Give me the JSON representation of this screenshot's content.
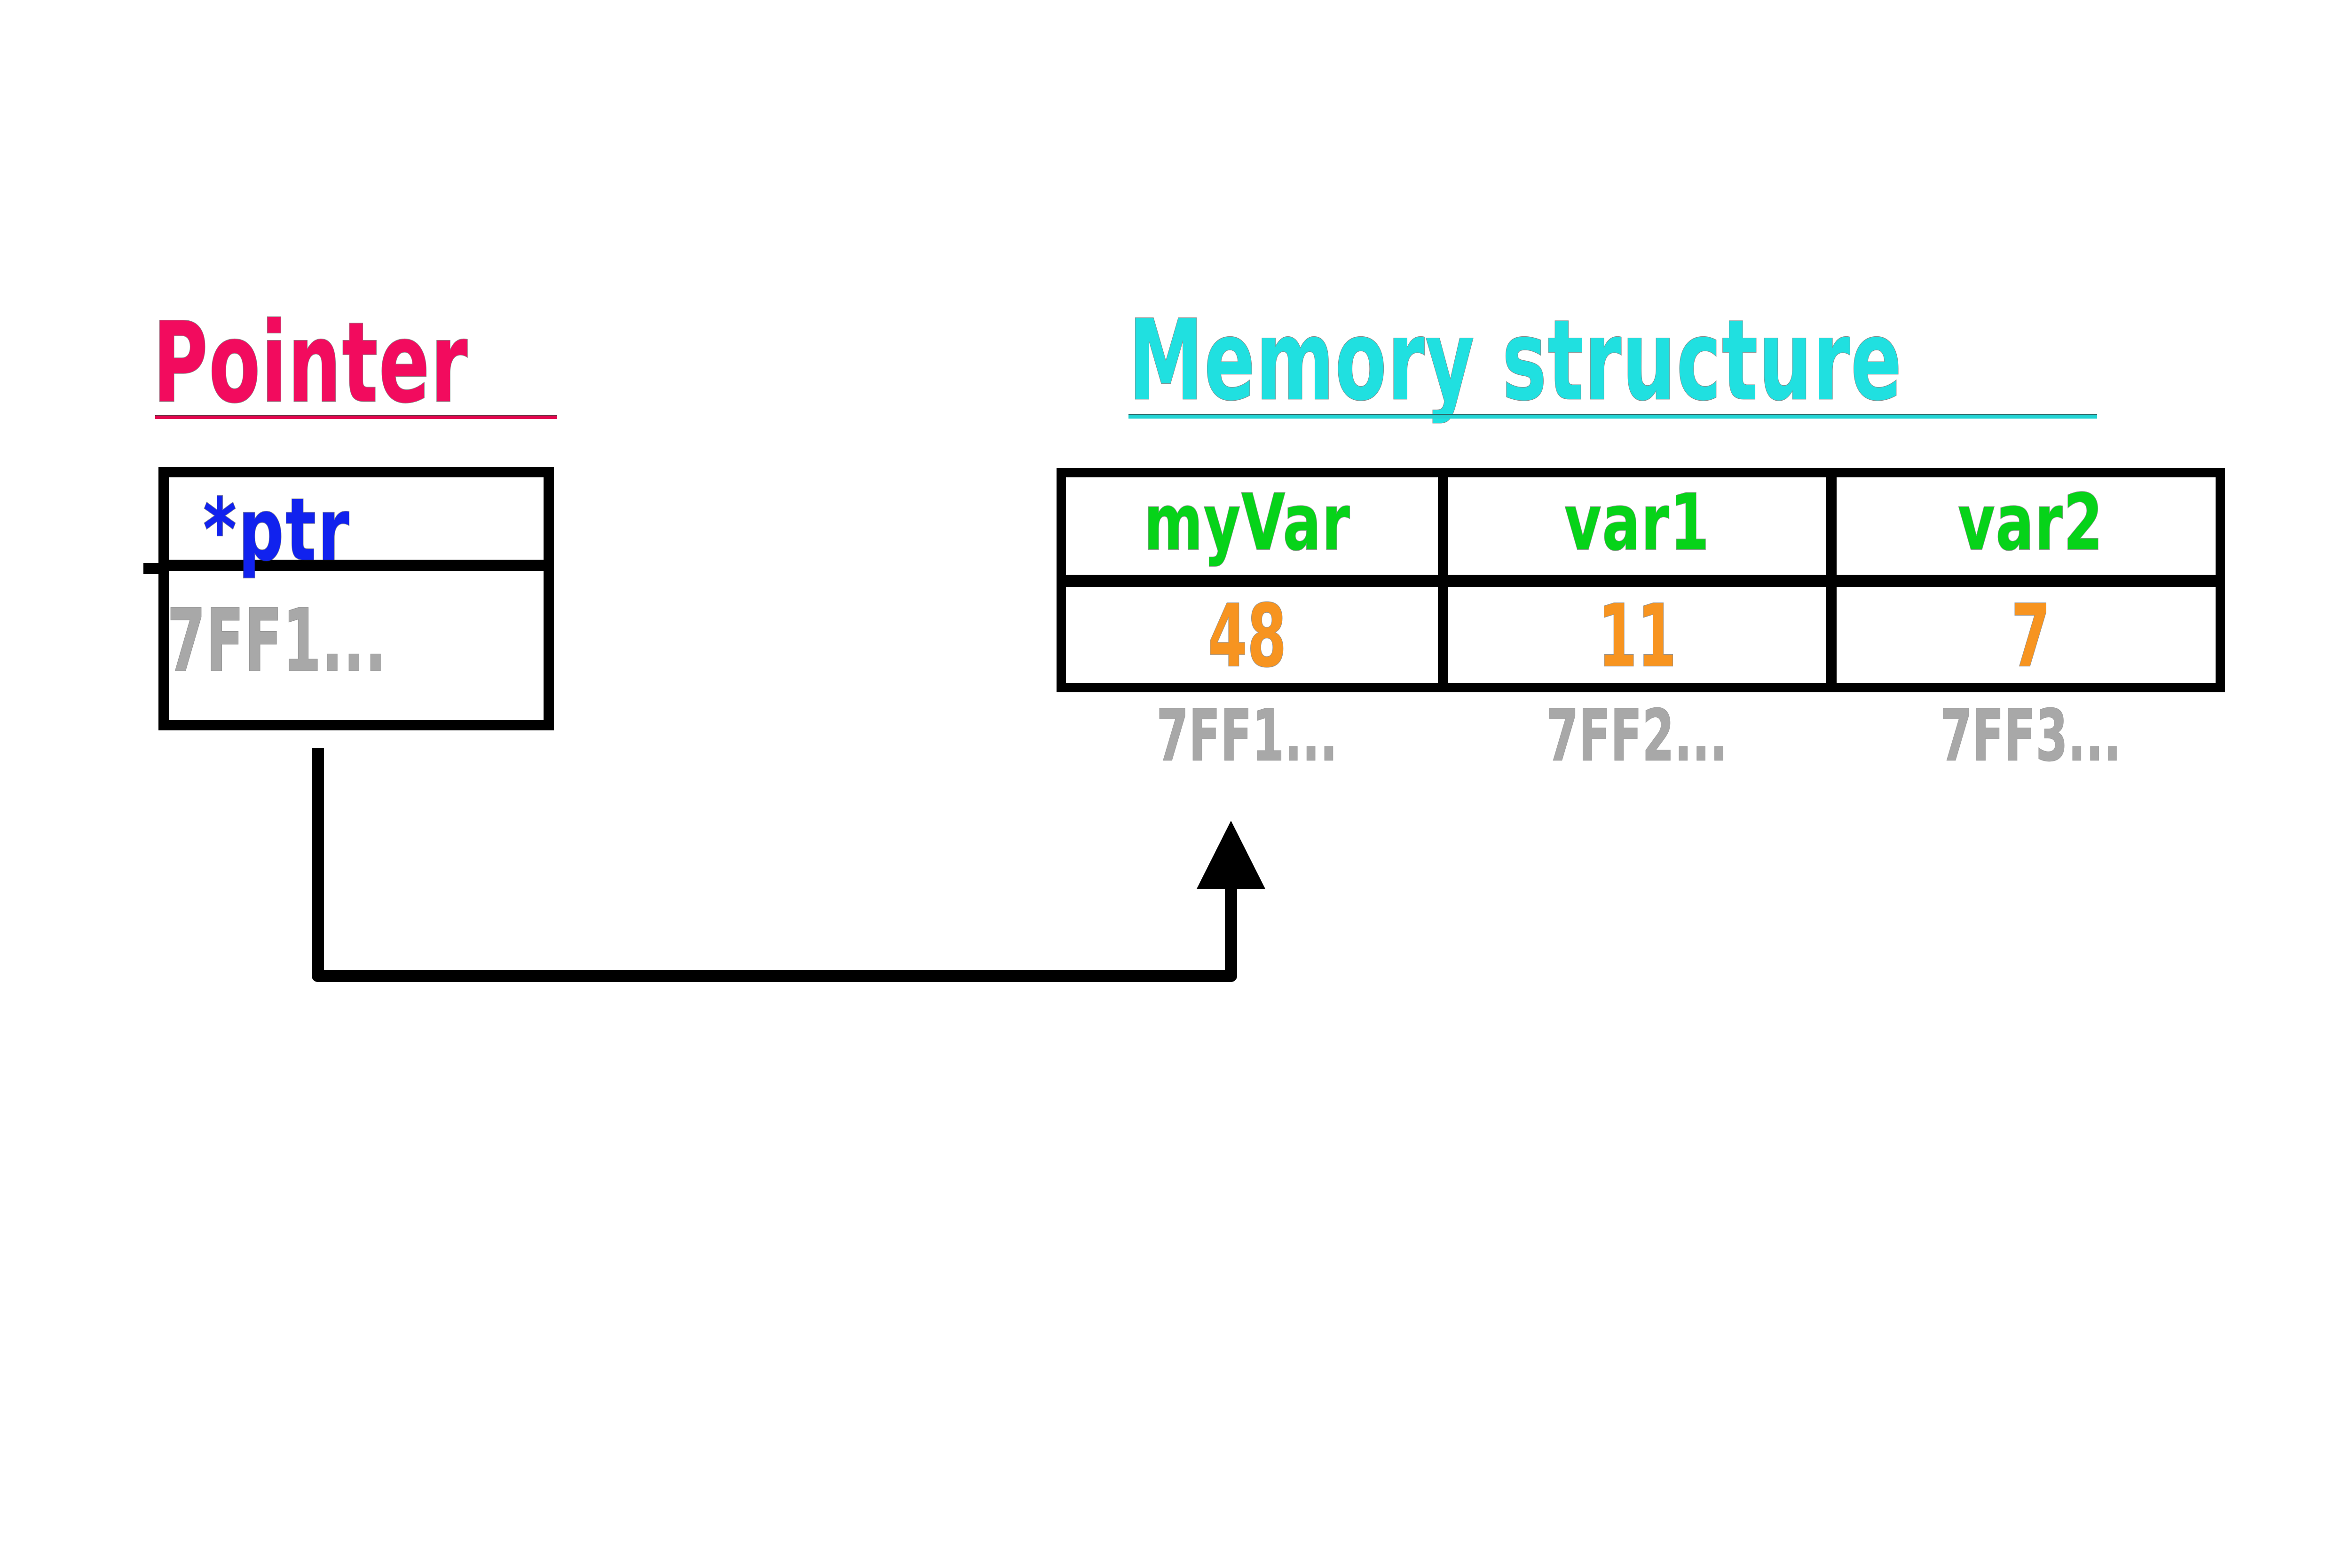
{
  "diagram": {
    "title_left": "Pointer",
    "title_right": "Memory structure",
    "colors": {
      "pointer_title": "#F20B5E",
      "memory_title": "#20E0E0",
      "variable_name": "#06D319",
      "variable_value": "#F79420",
      "address": "#A8A8A8",
      "pointer_name": "#1122EE",
      "outline": "#000000",
      "background": "#FFFFFF"
    }
  },
  "pointer": {
    "name": "*ptr",
    "stored_address": "7FF1..."
  },
  "memory": {
    "columns": [
      {
        "name": "myVar",
        "value": "48",
        "address": "7FF1..."
      },
      {
        "name": "var1",
        "value": "11",
        "address": "7FF2..."
      },
      {
        "name": "var2",
        "value": "7",
        "address": "7FF3..."
      }
    ]
  },
  "arrow": {
    "label": "points-to",
    "from": "pointer-stored-address-cell",
    "to": "memory-cell-myVar"
  }
}
